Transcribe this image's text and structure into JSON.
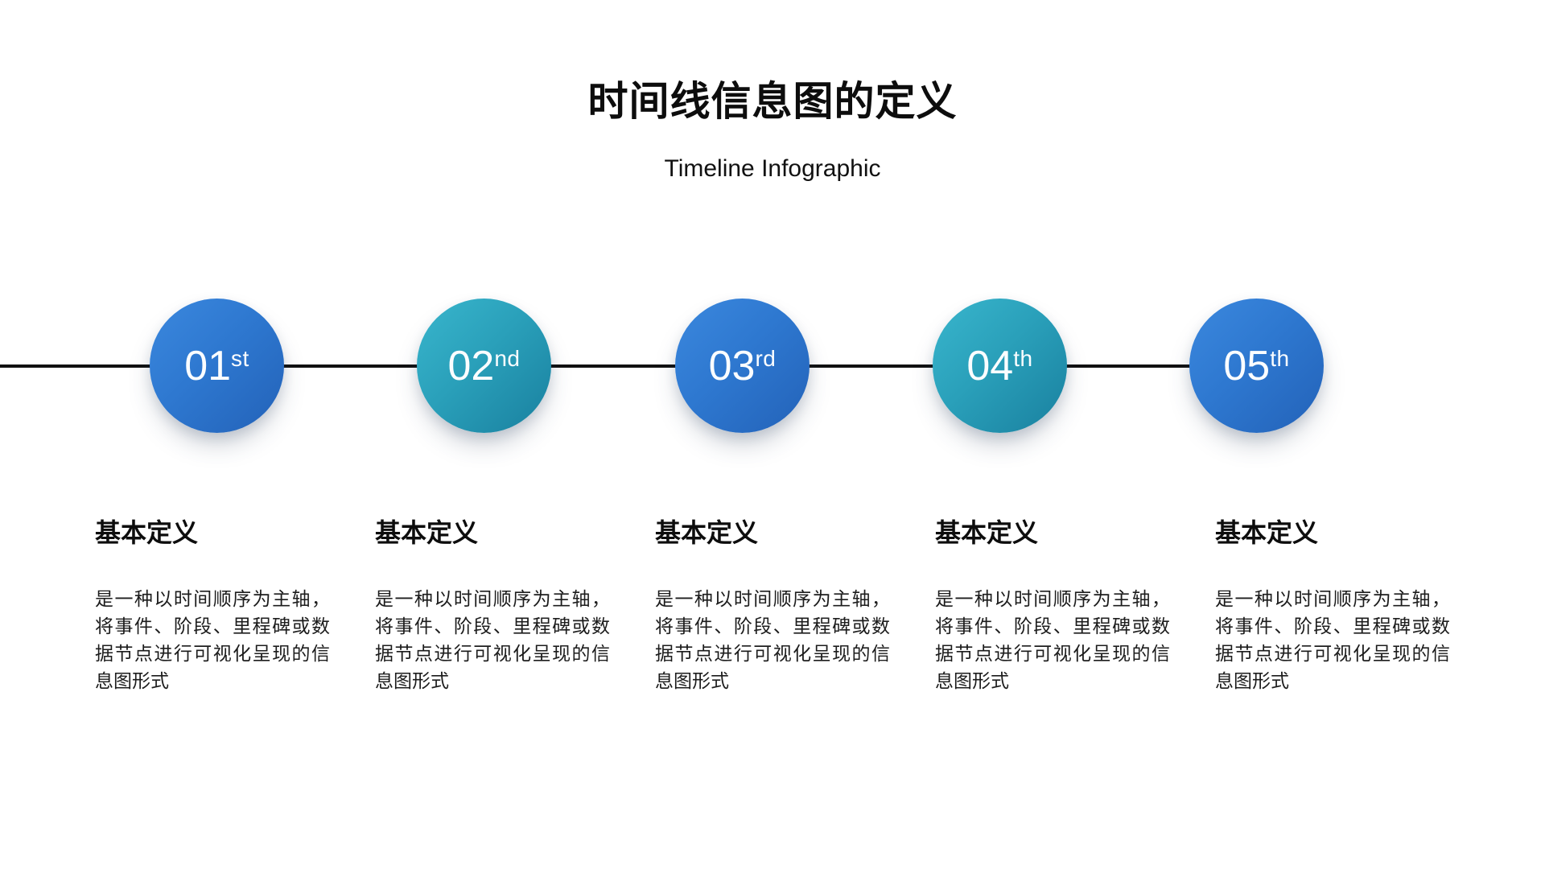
{
  "page": {
    "title": "时间线信息图的定义",
    "subtitle": "Timeline Infographic"
  },
  "colors": {
    "background": "#ffffff",
    "axis_line": "#111111",
    "node_blue_gradient_start": "#3b88de",
    "node_blue_gradient_end": "#2362b8",
    "node_teal_gradient_start": "#39b6cd",
    "node_teal_gradient_end": "#19809f",
    "node_text": "#fbfdff",
    "body_text": "#1c1c1c"
  },
  "timeline": {
    "items": [
      {
        "number": "01",
        "suffix": "st",
        "color": "blue",
        "heading": "基本定义",
        "body": "是一种以时间顺序为主轴，将事件、阶段、里程碑或数据节点进行可视化呈现的信息图形式"
      },
      {
        "number": "02",
        "suffix": "nd",
        "color": "teal",
        "heading": "基本定义",
        "body": "是一种以时间顺序为主轴，将事件、阶段、里程碑或数据节点进行可视化呈现的信息图形式"
      },
      {
        "number": "03",
        "suffix": "rd",
        "color": "blue",
        "heading": "基本定义",
        "body": "是一种以时间顺序为主轴，将事件、阶段、里程碑或数据节点进行可视化呈现的信息图形式"
      },
      {
        "number": "04",
        "suffix": "th",
        "color": "teal",
        "heading": "基本定义",
        "body": "是一种以时间顺序为主轴，将事件、阶段、里程碑或数据节点进行可视化呈现的信息图形式"
      },
      {
        "number": "05",
        "suffix": "th",
        "color": "blue",
        "heading": "基本定义",
        "body": "是一种以时间顺序为主轴，将事件、阶段、里程碑或数据节点进行可视化呈现的信息图形式"
      }
    ]
  }
}
